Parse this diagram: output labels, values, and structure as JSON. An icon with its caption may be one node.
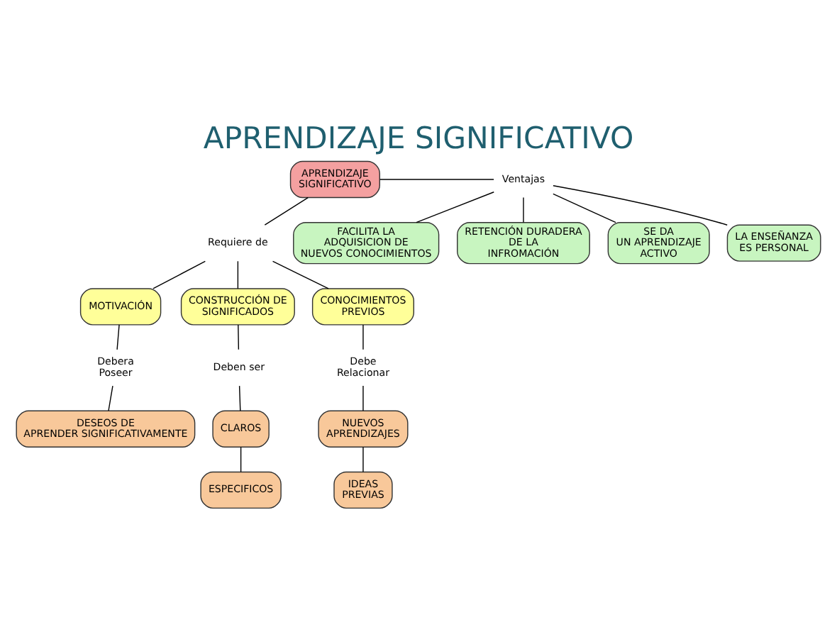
{
  "diagram": {
    "title": "APRENDIZAJE SIGNIFICATIVO",
    "nodes": [
      {
        "text": [
          "APRENDIZAJE SIGNIFICATIVO"
        ]
      },
      {
        "text": [
          "Ventajas"
        ]
      },
      {
        "text": [
          "Requiere de"
        ]
      },
      {
        "text": [
          "FACILITA LA ADQUISICION DE NUEVOS CONOCIMIENTOS"
        ]
      },
      {
        "text": [
          "MOTIVACIÓN"
        ]
      },
      {
        "text": [
          "RETENCIÓN DURADERA DE LA INFROMACIÓN"
        ]
      },
      {
        "text": [
          "CONSTRUCCIÓN DE SIGNIFICADOS"
        ]
      },
      {
        "text": [
          "CONOCIMIENTOS PREVIOS"
        ]
      },
      {
        "text": [
          "Debera Poseer"
        ]
      },
      {
        "text": [
          "SE DA UN APRENDIZAJE ACTIVO"
        ]
      },
      {
        "text": [
          "Deben ser"
        ]
      },
      {
        "text": [
          "DESEOS DE APRENDER SIGNIFICATIVAMENTE"
        ]
      },
      {
        "text": [
          "Debe Relacionar"
        ]
      },
      {
        "text": [
          "CLAROS"
        ]
      },
      {
        "text": [
          "LA ENSEÑANZA ES PERSONAL"
        ]
      },
      {
        "text": [
          "NUEVOS APRENDIZAJES"
        ]
      },
      {
        "text": [
          "ESPECIFICOS"
        ]
      },
      {
        "text": [
          "IDEAS PREVIAS"
        ]
      }
    ],
    "edges": [
      {
        "from": 0,
        "to": 1,
        "arrow": "none"
      },
      {
        "from": 1,
        "to": 3,
        "arrow": "none"
      },
      {
        "from": 1,
        "to": 5,
        "arrow": "none"
      },
      {
        "from": 1,
        "to": 9,
        "arrow": "none"
      },
      {
        "from": 1,
        "to": 14,
        "arrow": "none"
      },
      {
        "from": 0,
        "to": 2,
        "arrow": "none"
      },
      {
        "from": 2,
        "to": 4,
        "arrow": "none"
      },
      {
        "from": 2,
        "to": 7,
        "arrow": "none"
      },
      {
        "from": 2,
        "to": 6,
        "arrow": "none"
      },
      {
        "from": 4,
        "to": 8,
        "arrow": "none"
      },
      {
        "from": 8,
        "to": 11,
        "arrow": "none"
      },
      {
        "from": 7,
        "to": 12,
        "arrow": "none"
      },
      {
        "from": 12,
        "to": 15,
        "arrow": "none"
      },
      {
        "from": 15,
        "to": 17,
        "arrow": "none"
      },
      {
        "from": 6,
        "to": 10,
        "arrow": "none"
      },
      {
        "from": 10,
        "to": 13,
        "arrow": "none"
      },
      {
        "from": 13,
        "to": 16,
        "arrow": "none"
      }
    ]
  }
}
